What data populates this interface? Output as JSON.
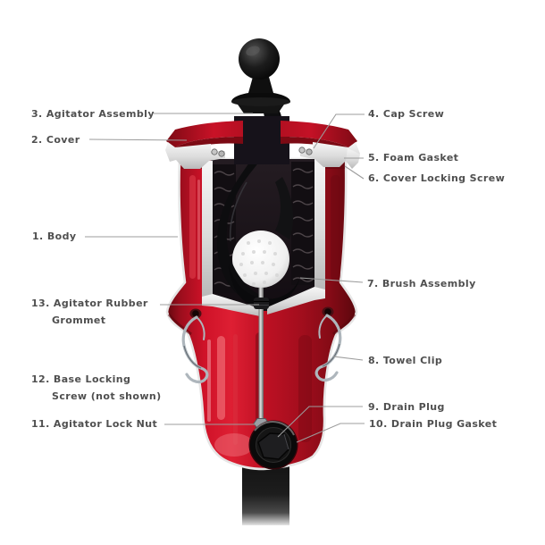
{
  "diagram": {
    "kind": "cutaway-parts-diagram",
    "subject": "ball-washer"
  },
  "labels": {
    "left": [
      {
        "line1": "3. Agitator Assembly"
      },
      {
        "line1": "2. Cover"
      },
      {
        "line1": "1. Body"
      },
      {
        "line1": "13. Agitator Rubber",
        "line2": "Grommet"
      },
      {
        "line1": "12. Base Locking",
        "line2": "Screw (not shown)"
      },
      {
        "line1": "11. Agitator Lock Nut"
      }
    ],
    "right": [
      {
        "line1": "4. Cap Screw"
      },
      {
        "line1": "5. Foam Gasket"
      },
      {
        "line1": "6. Cover Locking Screw"
      },
      {
        "line1": "7. Brush Assembly"
      },
      {
        "line1": "8. Towel Clip"
      },
      {
        "line1": "9. Drain Plug"
      },
      {
        "line1": "10. Drain Plug Gasket"
      }
    ]
  },
  "colors": {
    "body_red": "#c81227",
    "body_red_dark": "#6e0811",
    "cut_surface": "#e9e9e9",
    "knob_black": "#111111",
    "label_text": "#4f4f4f",
    "leader_line": "#9c9c9c",
    "background": "#ffffff"
  }
}
